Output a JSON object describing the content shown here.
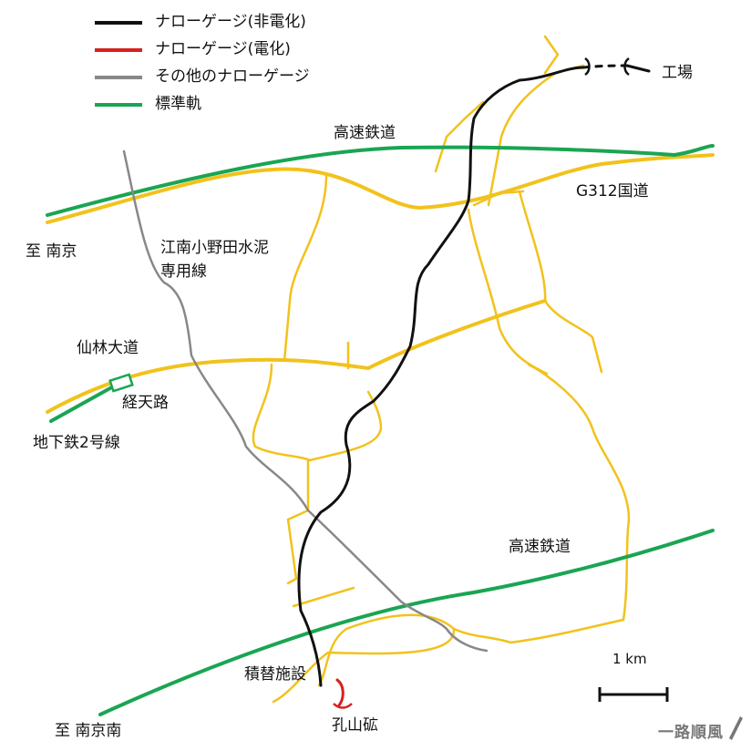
{
  "colors": {
    "narrow_gauge_non_electric": "#111111",
    "narrow_gauge_electric": "#d92020",
    "other_narrow_gauge": "#888888",
    "standard_gauge": "#1aa552",
    "road": "#f2c21c"
  },
  "legend": [
    {
      "label": "ナローゲージ(非電化)",
      "color": "#111111"
    },
    {
      "label": "ナローゲージ(電化)",
      "color": "#d92020"
    },
    {
      "label": "その他のナローゲージ",
      "color": "#888888"
    },
    {
      "label": "標準軌",
      "color": "#1aa552"
    }
  ],
  "labels": {
    "factory": "工場",
    "hsr_north": "高速鉄道",
    "g312": "G312国道",
    "to_nanjing": "至 南京",
    "jiangnan_line_1": "江南小野田水泥",
    "jiangnan_line_2": "専用線",
    "xianlin_road": "仙林大道",
    "jingtianlu": "経天路",
    "metro_line2": "地下鉄2号線",
    "hsr_south": "高速鉄道",
    "scale": "1 km",
    "transfer": "積替施設",
    "konshan": "孔山砿",
    "to_nanjing_south": "至 南京南",
    "watermark": "一路順風"
  },
  "icons": {
    "watermark_mark": "pen-nib-icon"
  }
}
